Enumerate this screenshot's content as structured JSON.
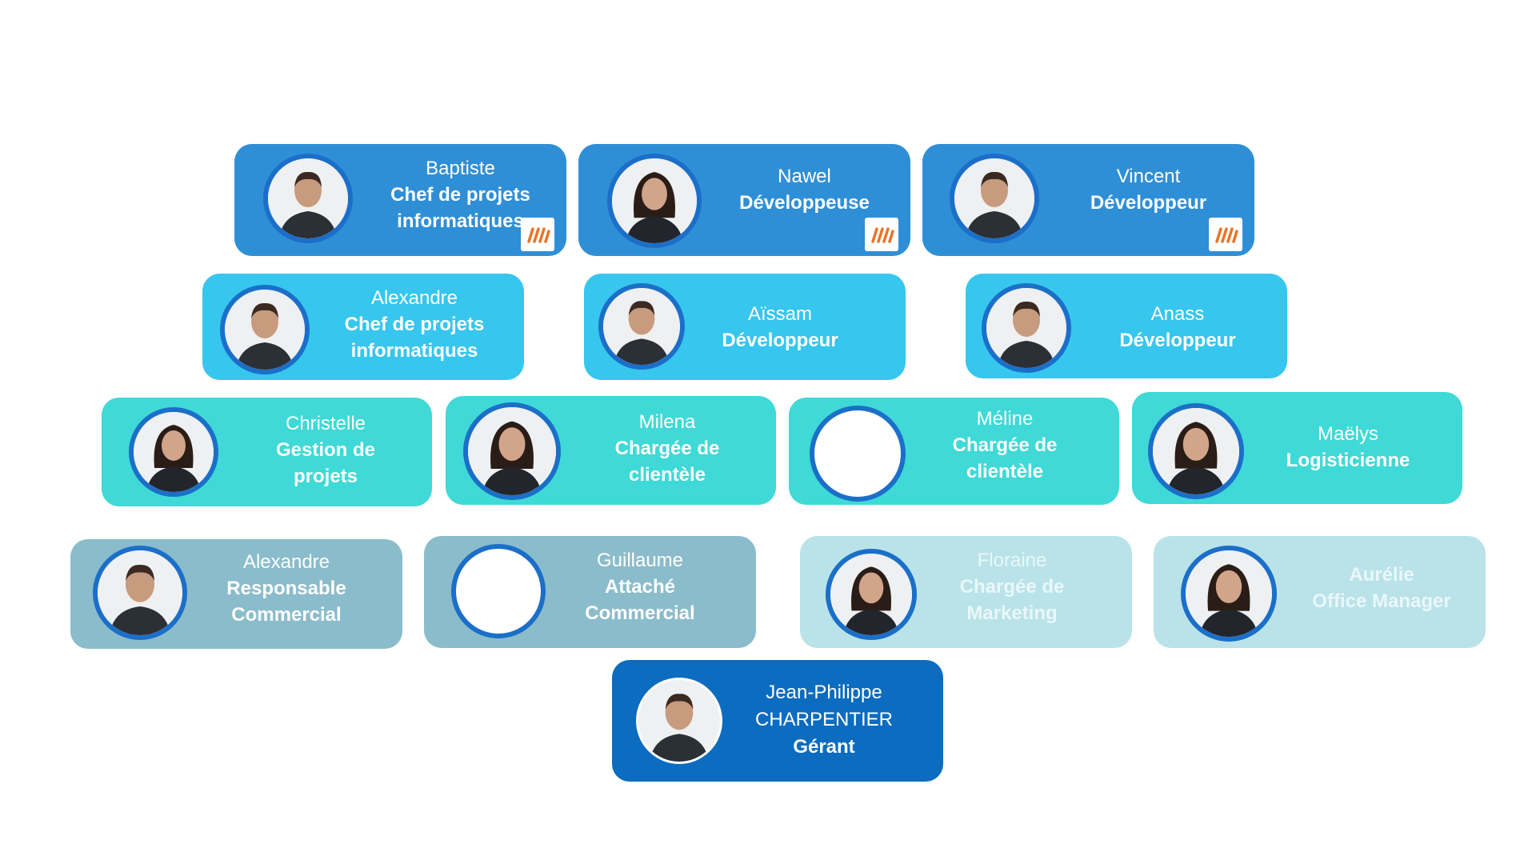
{
  "colors": {
    "row1": "#2f8fd6",
    "row2": "#36c6ee",
    "row3": "#3fd9d7",
    "row4_dark": "#8bbccb",
    "row4_light": "#b9e3e8",
    "director": "#0c6cbf",
    "avatar_ring": "#1b6fc9",
    "logo_accent": "#e8742a"
  },
  "org": {
    "row1": [
      {
        "name": "Baptiste",
        "role": "Chef de projets\ninformatiques",
        "logo": "company-logo-icon"
      },
      {
        "name": "Nawel",
        "role": "Développeuse",
        "logo": "company-logo-icon"
      },
      {
        "name": "Vincent",
        "role": "Développeur",
        "logo": "company-logo-icon"
      }
    ],
    "row2": [
      {
        "name": "Alexandre",
        "role": "Chef de projets\ninformatiques"
      },
      {
        "name": "Aïssam",
        "role": "Développeur"
      },
      {
        "name": "Anass",
        "role": "Développeur"
      }
    ],
    "row3": [
      {
        "name": "Christelle",
        "role": "Gestion de\nprojets"
      },
      {
        "name": "Milena",
        "role": "Chargée de\nclientèle"
      },
      {
        "name": "Méline",
        "role": "Chargée de\nclientèle"
      },
      {
        "name": "Maëlys",
        "role": "Logisticienne"
      }
    ],
    "row4": [
      {
        "name": "Alexandre",
        "role": "Responsable\nCommercial"
      },
      {
        "name": "Guillaume",
        "role": "Attaché\nCommercial"
      },
      {
        "name": "Floraine",
        "role": "Chargée de\nMarketing"
      },
      {
        "name": "Aurélie",
        "role": "Office Manager"
      }
    ],
    "director": {
      "name": "Jean-Philippe\nCHARPENTIER",
      "role": "Gérant"
    }
  }
}
